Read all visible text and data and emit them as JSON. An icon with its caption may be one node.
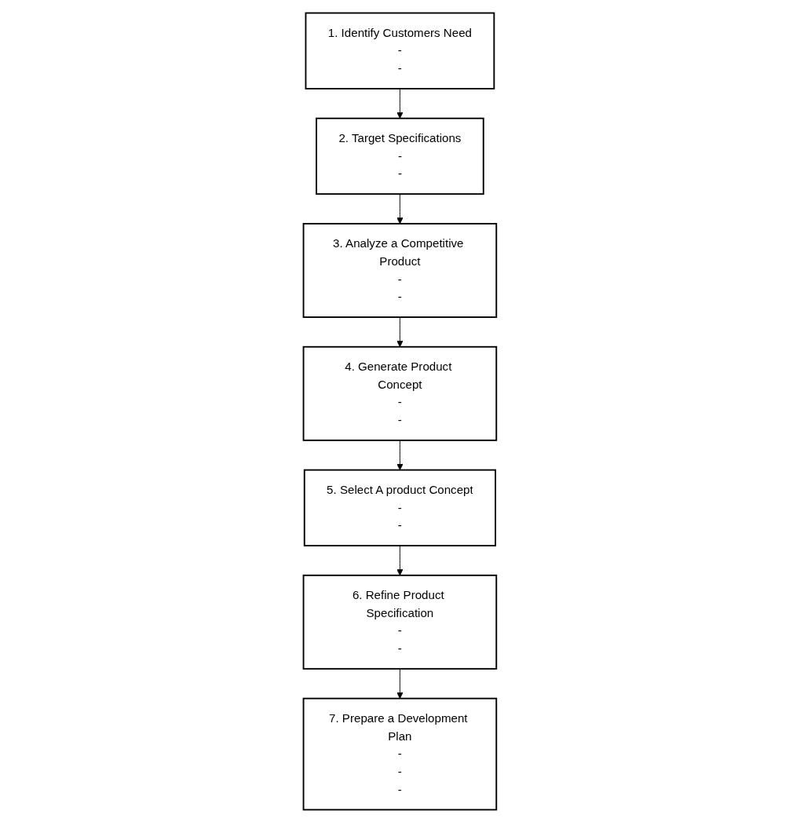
{
  "diagram": {
    "nodes": [
      {
        "text": [
          "1. Identify Customers Need",
          "-",
          "-"
        ]
      },
      {
        "text": [
          "2. Target Specifications",
          "-",
          "-"
        ]
      },
      {
        "text": [
          "3. Analyze a Competitive Product",
          "-",
          "-"
        ]
      },
      {
        "text": [
          "4. Generate Product Concept",
          "-",
          "-"
        ]
      },
      {
        "text": [
          "5. Select A product Concept",
          "-",
          "-"
        ]
      },
      {
        "text": [
          "6. Refine Product Specification",
          "-",
          "-"
        ]
      },
      {
        "text": [
          "7. Prepare a Development Plan",
          "-",
          "-",
          "-"
        ]
      }
    ],
    "edges": [
      {
        "from": 0,
        "to": 1,
        "arrow": "to"
      },
      {
        "from": 1,
        "to": 2,
        "arrow": "to"
      },
      {
        "from": 2,
        "to": 3,
        "arrow": "to"
      },
      {
        "from": 3,
        "to": 4,
        "arrow": "to"
      },
      {
        "from": 4,
        "to": 5,
        "arrow": "to"
      },
      {
        "from": 5,
        "to": 6,
        "arrow": "to"
      }
    ]
  }
}
